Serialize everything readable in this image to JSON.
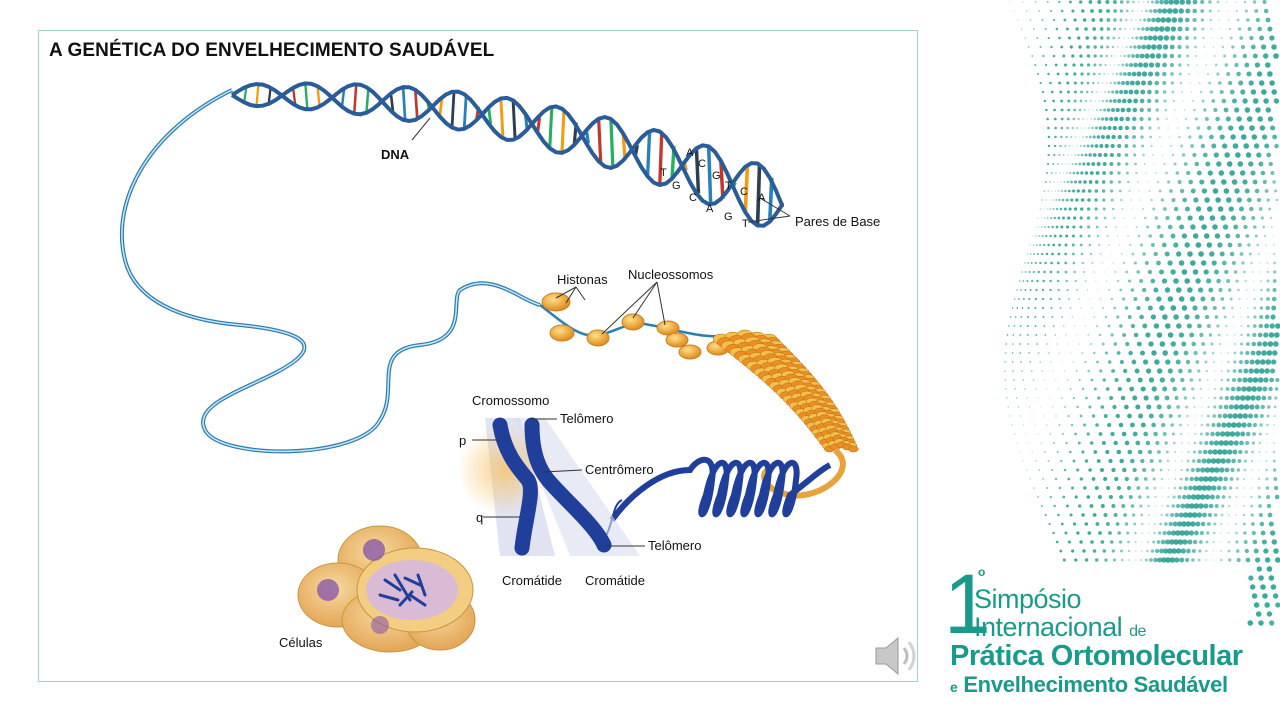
{
  "slide": {
    "title": "A GENÉTICA DO ENVELHECIMENTO SAUDÁVEL"
  },
  "diagram": {
    "labels": {
      "dna": "DNA",
      "base_pairs": "Pares de Base",
      "histones": "Histonas",
      "nucleosomes": "Nucleossomos",
      "chromosome": "Cromossomo",
      "telomere_top": "Telômero",
      "p_arm": "p",
      "centromere": "Centrômero",
      "q_arm": "q",
      "telomere_bottom": "Telômero",
      "chromatid_left": "Cromátide",
      "chromatid_right": "Cromátide",
      "cells": "Células"
    },
    "bases": {
      "top_strand": [
        "T",
        "A",
        "C",
        "G",
        "T",
        "C",
        "A"
      ],
      "bottom_strand": [
        "G",
        "C",
        "A",
        "G",
        "T"
      ]
    }
  },
  "logo": {
    "number": "1",
    "ordinal": "o",
    "line1": "Simpósio",
    "line2": "Internacional",
    "line2_suffix": "de",
    "line3": "Prática Ortomolecular",
    "line4_prefix": "e",
    "line4": "Envelhecimento Saudável"
  },
  "colors": {
    "brand_teal": "#1a9a8a",
    "chromosome_blue": "#1f3f9a",
    "nucleosome_orange": "#f0a830"
  },
  "icons": {
    "speaker": "speaker-icon"
  }
}
